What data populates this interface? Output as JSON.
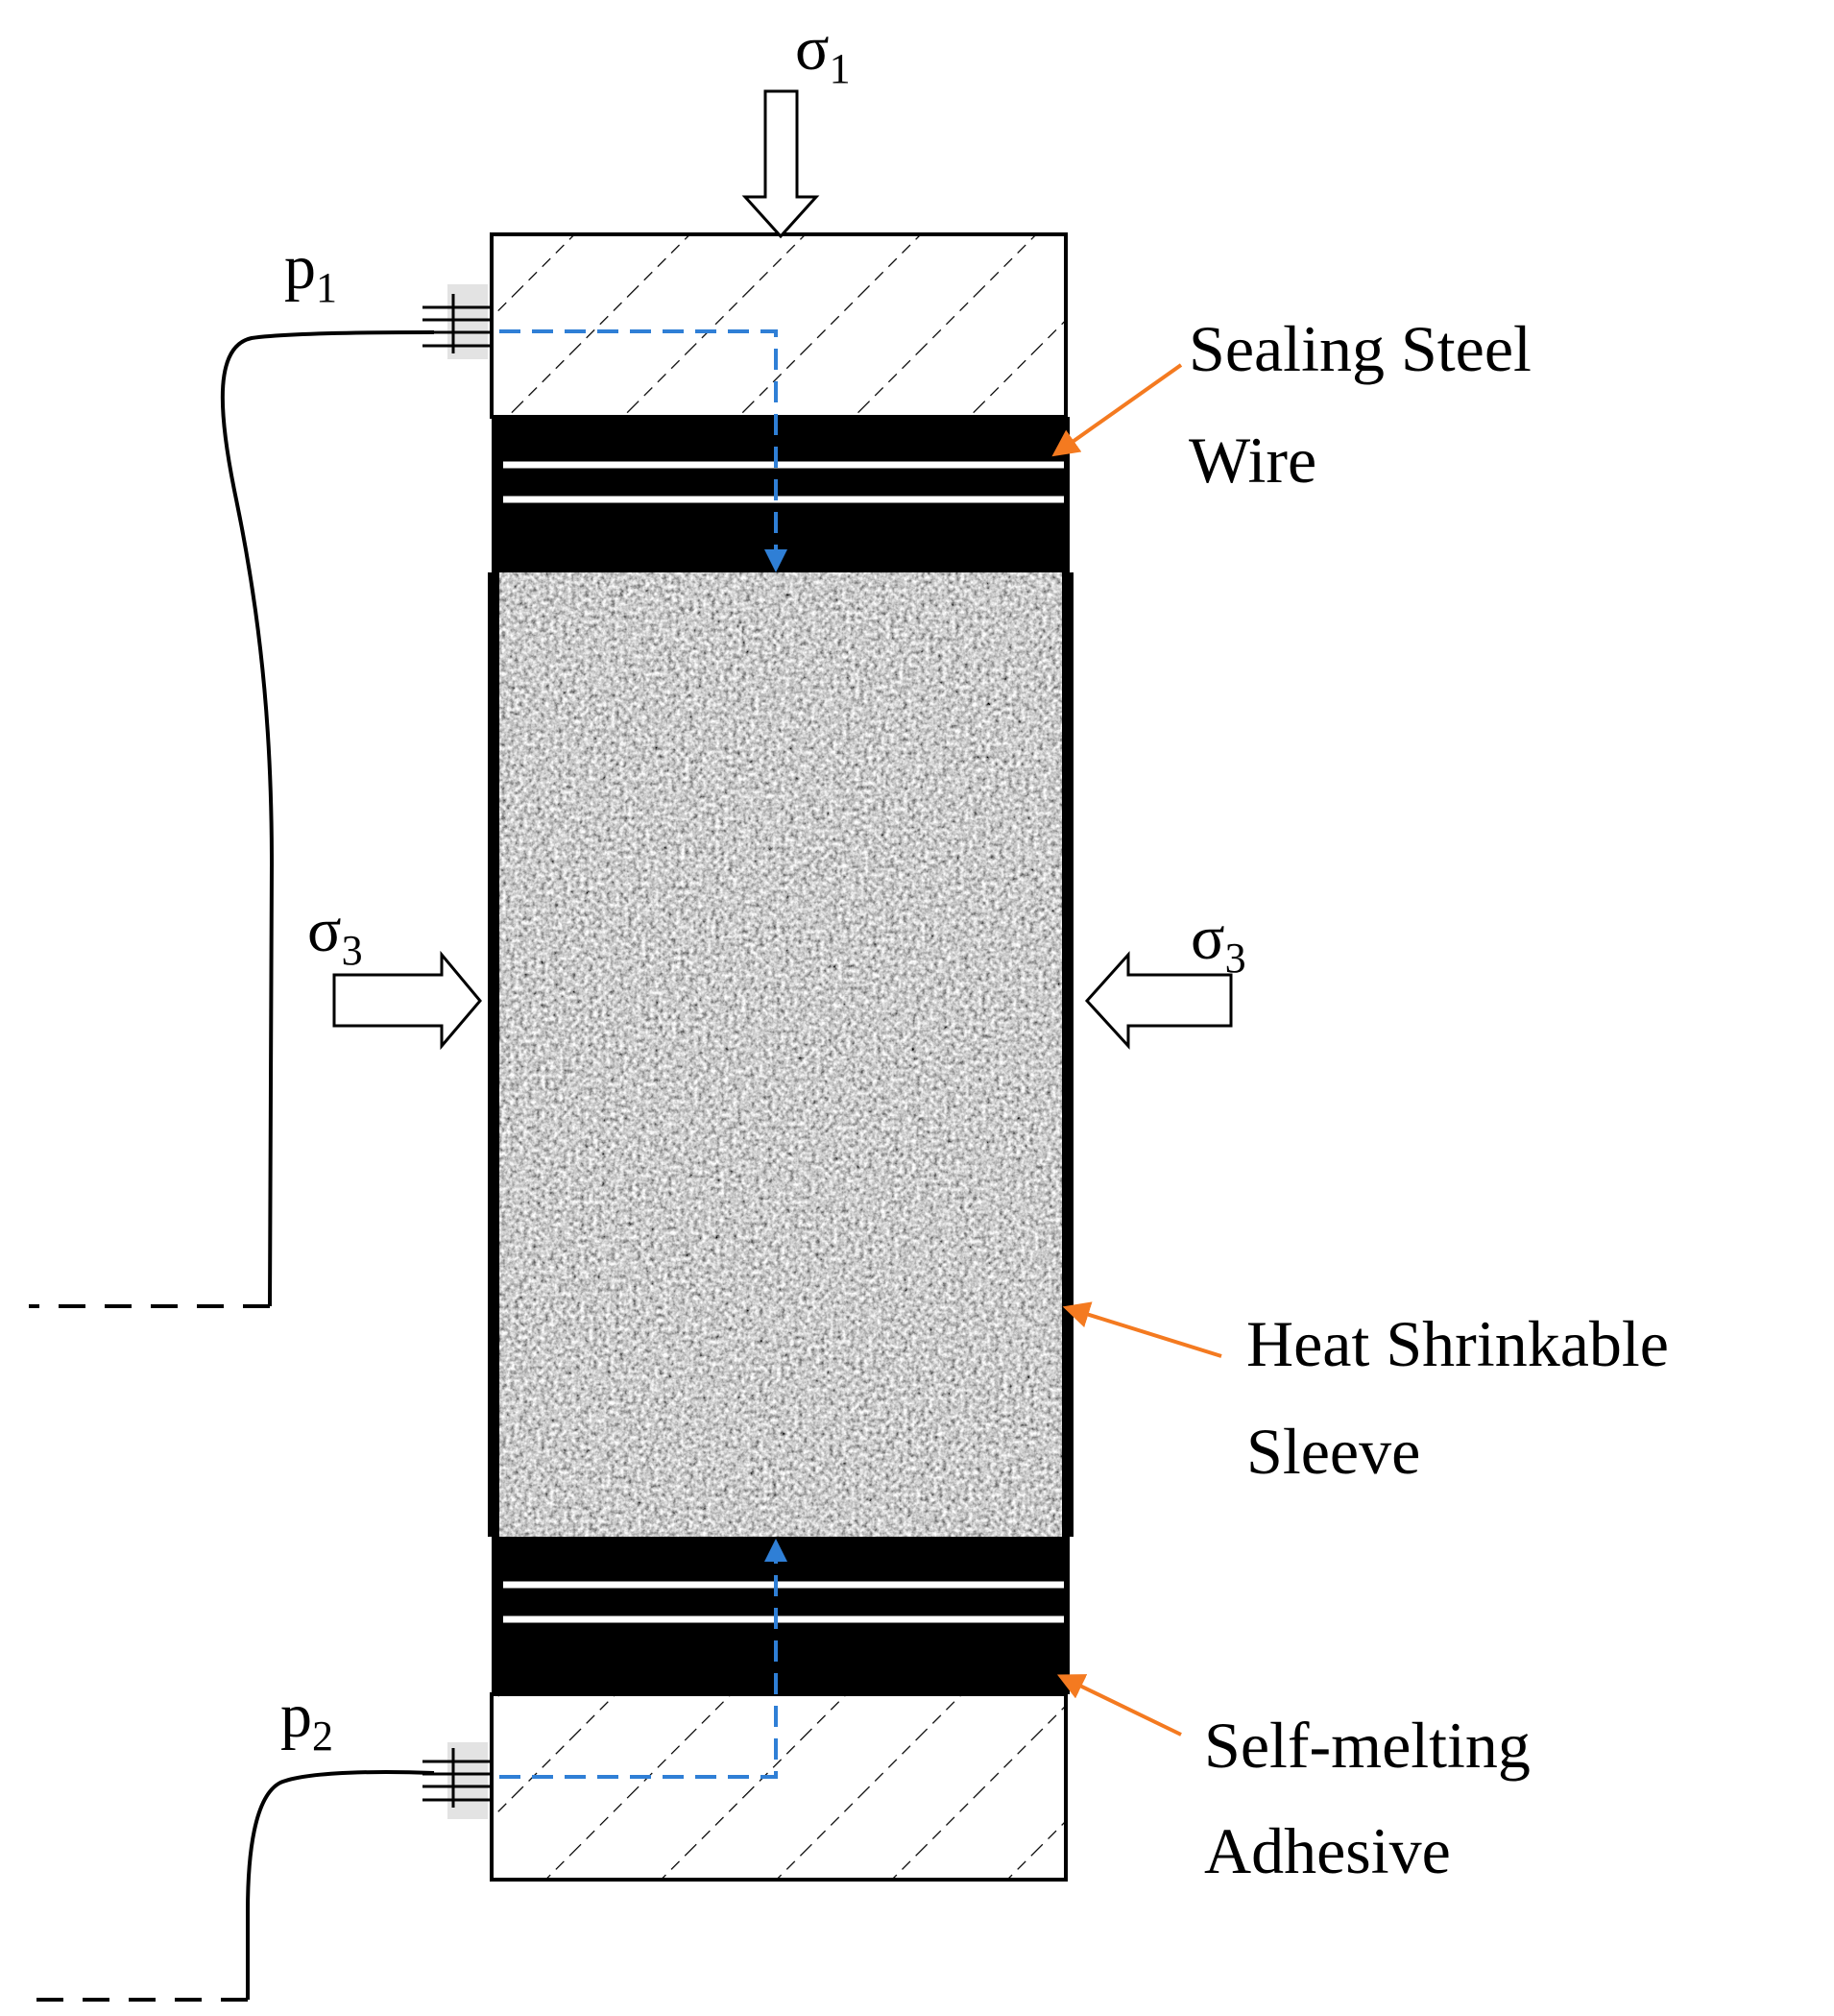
{
  "symbols": {
    "sigma1": {
      "base": "σ",
      "sub": "1"
    },
    "sigma3_left": {
      "base": "σ",
      "sub": "3"
    },
    "sigma3_right": {
      "base": "σ",
      "sub": "3"
    },
    "p1": {
      "base": "p",
      "sub": "1"
    },
    "p2": {
      "base": "p",
      "sub": "2"
    }
  },
  "labels": {
    "sealing_steel_wire": [
      "Sealing Steel",
      "Wire"
    ],
    "heat_shrinkable_sleeve": [
      "Heat Shrinkable",
      "Sleeve"
    ],
    "self_melting_adhesive": [
      "Self-melting",
      "Adhesive"
    ]
  },
  "colors": {
    "flow_path": "#2f7fd6",
    "pointer": "#f47a20",
    "ink": "#000000"
  },
  "icons": {
    "load_arrow": "hollow-block-arrow",
    "port": "pipe-connector"
  }
}
